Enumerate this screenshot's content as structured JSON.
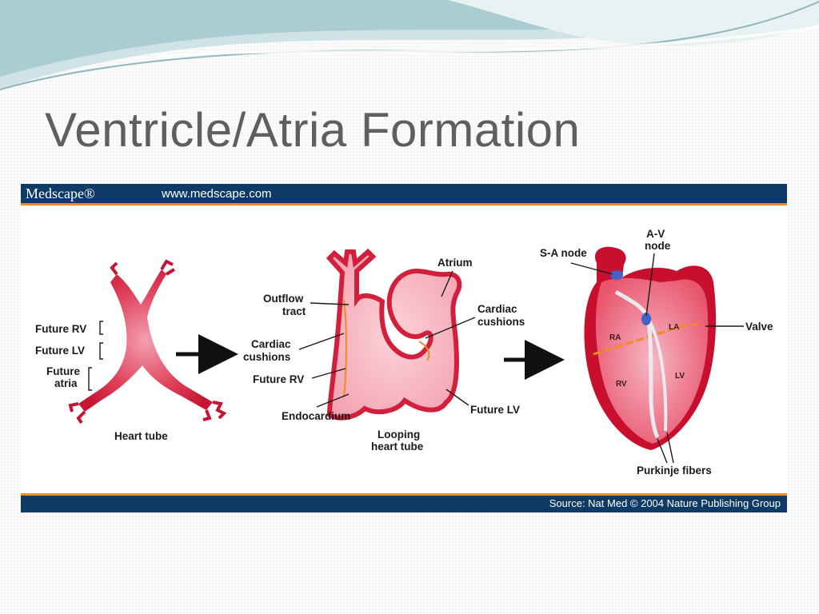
{
  "slide": {
    "title": "Ventricle/Atria Formation"
  },
  "figure": {
    "brand": "Medscape®",
    "site_url": "www.medscape.com",
    "source": "Source: Nat Med © 2004 Nature Publishing Group",
    "panel1": {
      "future_rv": "Future RV",
      "future_lv": "Future LV",
      "future_atria_1": "Future",
      "future_atria_2": "atria",
      "caption": "Heart tube"
    },
    "panel2": {
      "outflow_1": "Outflow",
      "outflow_2": "tract",
      "atrium": "Atrium",
      "cardiac_cushions_left_1": "Cardiac",
      "cardiac_cushions_left_2": "cushions",
      "cardiac_cushions_right_1": "Cardiac",
      "cardiac_cushions_right_2": "cushions",
      "future_rv": "Future RV",
      "endocardium": "Endocardium",
      "future_lv": "Future LV",
      "caption_1": "Looping",
      "caption_2": "heart tube"
    },
    "panel3": {
      "av_node_1": "A-V",
      "av_node_2": "node",
      "sa_node": "S-A node",
      "valve": "Valve",
      "ra": "RA",
      "la": "LA",
      "rv": "RV",
      "lv": "LV",
      "purkinje": "Purkinje fibers"
    },
    "colors": {
      "bar": "#0d3b66",
      "accent": "#f08a24",
      "tissue": "#d11f3c"
    }
  }
}
